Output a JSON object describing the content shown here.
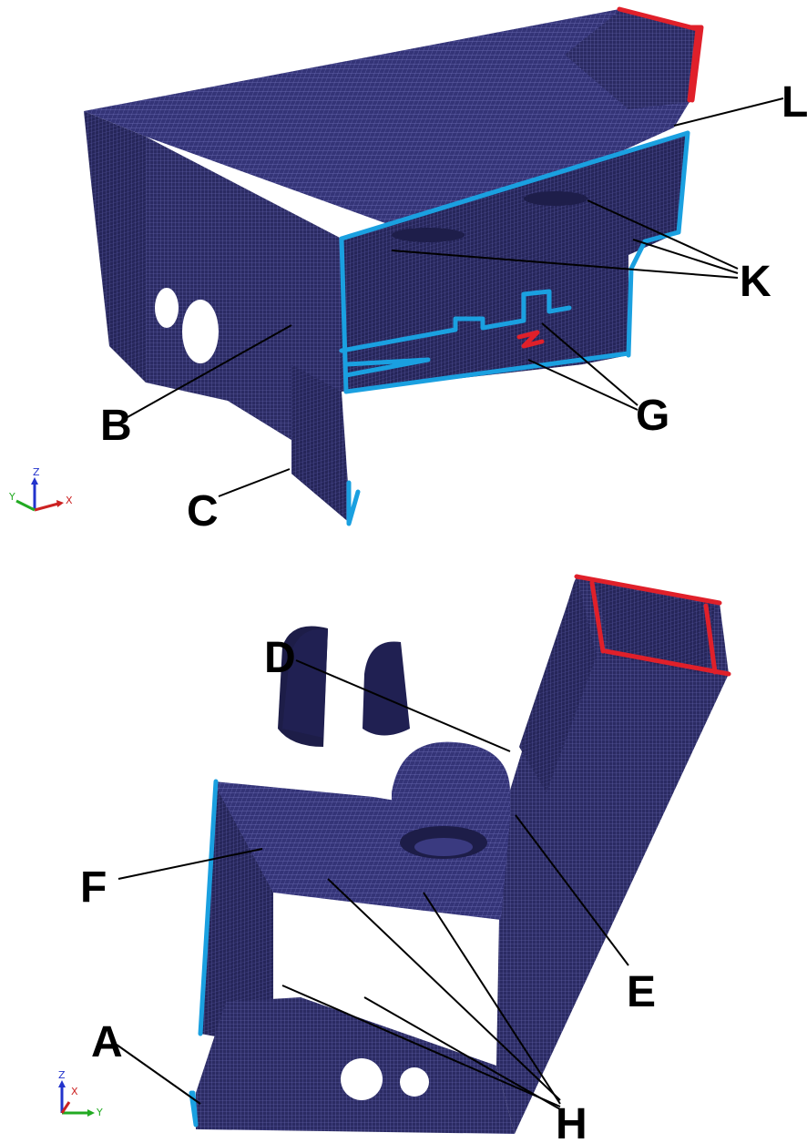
{
  "labels": {
    "L": "L",
    "K": "K",
    "B": "B",
    "G": "G",
    "C": "C",
    "D": "D",
    "E": "E",
    "F": "F",
    "A": "A",
    "H": "H"
  },
  "triads": {
    "top": {
      "z": "Z",
      "x": "X",
      "y": "Y"
    },
    "bottom": {
      "z": "Z",
      "x": "X",
      "y": "Y"
    }
  },
  "colors": {
    "mesh": "#2b2b63",
    "mesh_line": "#6c6cb4",
    "cut_blue": "#1aa0e0",
    "cut_red": "#e0202a",
    "axis_x": "#cc2222",
    "axis_y": "#22aa22",
    "axis_z": "#2233cc"
  }
}
